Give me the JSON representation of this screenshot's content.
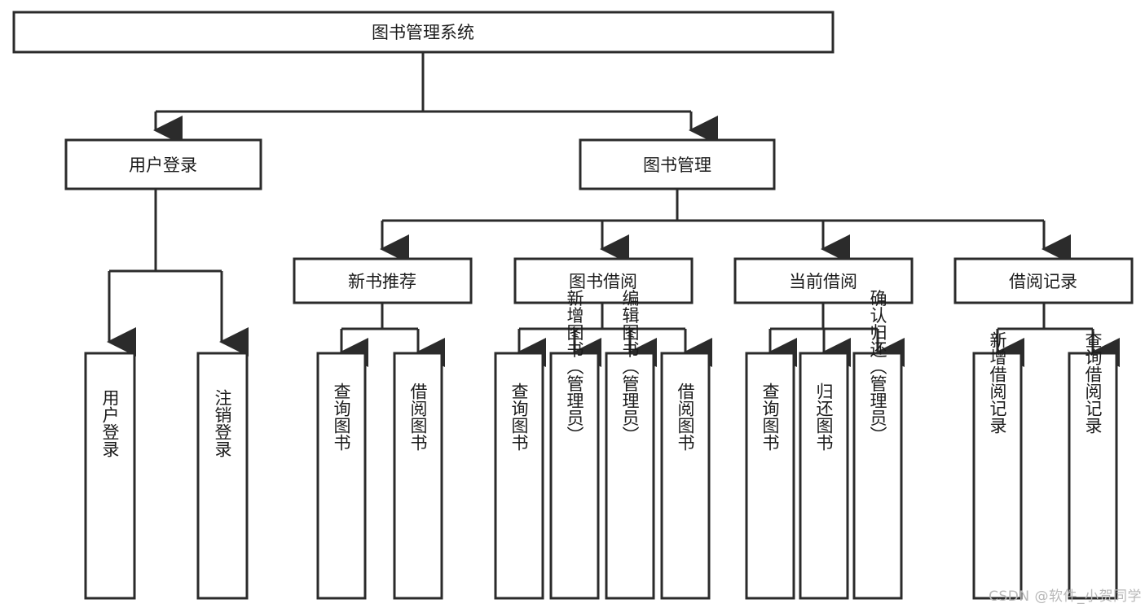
{
  "diagram": {
    "title": "图书管理系统",
    "type": "tree-hierarchy-diagram",
    "watermark": "CSDN @软件_小贺同学",
    "colors": {
      "stroke": "#2b2b2b",
      "fill": "#ffffff",
      "text": "#1b1b1b",
      "watermark": "#b8b8b8",
      "background": "#ffffff"
    },
    "nodes": {
      "root": {
        "label": "图书管理系统"
      },
      "level1": [
        {
          "id": "user-login",
          "label": "用户登录"
        },
        {
          "id": "book-management",
          "label": "图书管理"
        }
      ],
      "level2": [
        {
          "id": "new-book-recommend",
          "label": "新书推荐"
        },
        {
          "id": "book-borrow",
          "label": "图书借阅"
        },
        {
          "id": "current-borrow",
          "label": "当前借阅"
        },
        {
          "id": "borrow-record",
          "label": "借阅记录"
        }
      ],
      "leaves": {
        "user-login": [
          {
            "id": "leaf-user-login",
            "label": "用户登录"
          },
          {
            "id": "leaf-logout-login",
            "label": "注销登录"
          }
        ],
        "new-book-recommend": [
          {
            "id": "leaf-query-book-1",
            "label": "查询图书"
          },
          {
            "id": "leaf-borrow-book-1",
            "label": "借阅图书"
          }
        ],
        "book-borrow": [
          {
            "id": "leaf-query-book-2",
            "label": "查询图书"
          },
          {
            "id": "leaf-add-book-admin",
            "label": "新增图书（管理员）"
          },
          {
            "id": "leaf-edit-book-admin",
            "label": "编辑图书（管理员）"
          },
          {
            "id": "leaf-borrow-book-2",
            "label": "借阅图书"
          }
        ],
        "current-borrow": [
          {
            "id": "leaf-query-book-3",
            "label": "查询图书"
          },
          {
            "id": "leaf-return-book",
            "label": "归还图书"
          },
          {
            "id": "leaf-confirm-return-admin",
            "label": "确认归还（管理员）"
          }
        ],
        "borrow-record": [
          {
            "id": "leaf-add-borrow-record",
            "label": "新增借阅记录"
          },
          {
            "id": "leaf-query-borrow-record",
            "label": "查询借阅记录"
          }
        ]
      }
    }
  }
}
